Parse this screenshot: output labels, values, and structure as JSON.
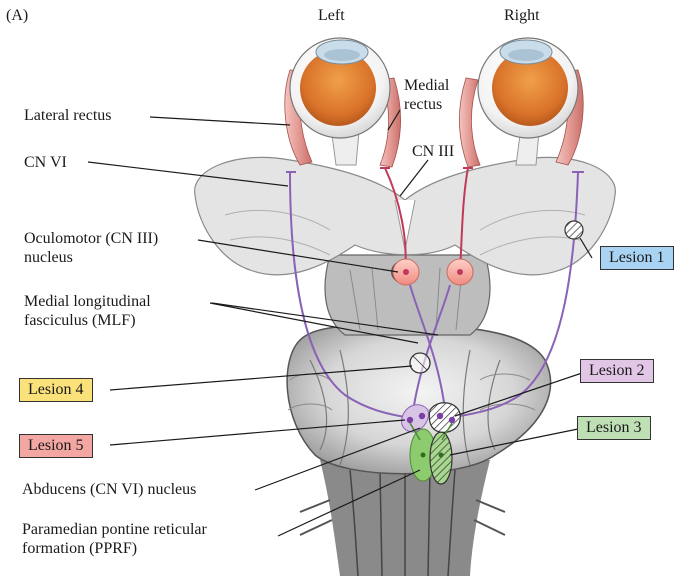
{
  "panel_label": "(A)",
  "sides": {
    "left": "Left",
    "right": "Right"
  },
  "labels": {
    "lateral_rectus": "Lateral rectus",
    "medial_rectus": "Medial\nrectus",
    "cn_vi": "CN VI",
    "cn_iii": "CN III",
    "oculomotor_nucleus": "Oculomotor (CN III)\nnucleus",
    "mlf": "Medial longitudinal\nfasciculus (MLF)",
    "abducens_nucleus": "Abducens (CN VI) nucleus",
    "pprf": "Paramedian pontine reticular\nformation (PPRF)"
  },
  "lesions": {
    "lesion1": {
      "label": "Lesion 1",
      "color": "#a9d3f2"
    },
    "lesion2": {
      "label": "Lesion 2",
      "color": "#e2c6e6"
    },
    "lesion3": {
      "label": "Lesion 3",
      "color": "#bfe0b5"
    },
    "lesion4": {
      "label": "Lesion 4",
      "color": "#fbe17a"
    },
    "lesion5": {
      "label": "Lesion 5",
      "color": "#f4a7a2"
    }
  },
  "colors": {
    "nerve_vi": "#8a62b6",
    "nerve_iii": "#c0395a",
    "oculomotor_nucleus": "#f29a90",
    "pprf": "#8ccc6e",
    "muscle": "#e8a9a4",
    "iris": "#e0812a"
  }
}
